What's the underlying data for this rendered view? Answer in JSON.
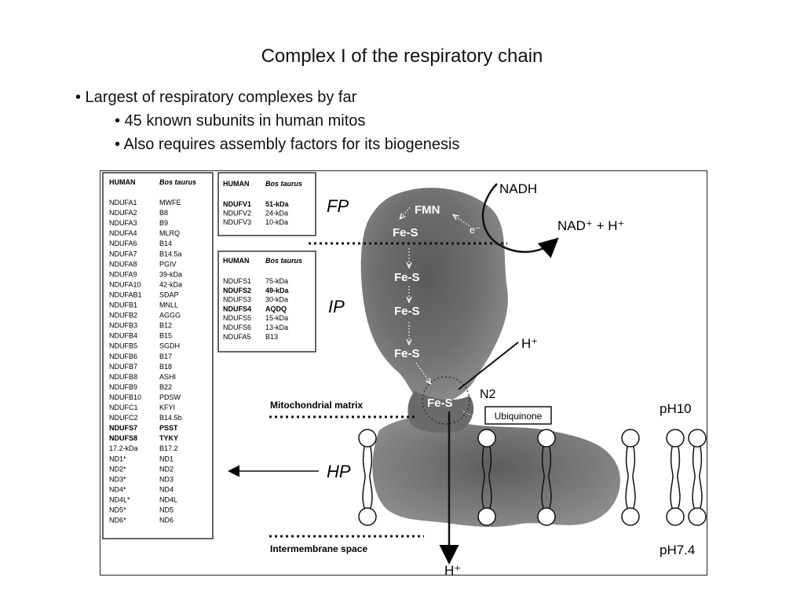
{
  "slide": {
    "title": "Complex I of the respiratory chain",
    "bullets": [
      "• Largest of respiratory complexes by far",
      "• 45 known subunits in human mitos",
      "• Also requires assembly factors for its biogenesis"
    ]
  },
  "figure": {
    "main_table": {
      "header": [
        "HUMAN",
        "Bos taurus"
      ],
      "rows": [
        {
          "human": "NDUFA1",
          "bos": "MWFE",
          "bold": false
        },
        {
          "human": "NDUFA2",
          "bos": "B8",
          "bold": false
        },
        {
          "human": "NDUFA3",
          "bos": "B9",
          "bold": false
        },
        {
          "human": "NDUFA4",
          "bos": "MLRQ",
          "bold": false
        },
        {
          "human": "NDUFA6",
          "bos": "B14",
          "bold": false
        },
        {
          "human": "NDUFA7",
          "bos": "B14.5a",
          "bold": false
        },
        {
          "human": "NDUFA8",
          "bos": "PGIV",
          "bold": false
        },
        {
          "human": "NDUFA9",
          "bos": "39-kDa",
          "bold": false
        },
        {
          "human": "NDUFA10",
          "bos": "42-kDa",
          "bold": false
        },
        {
          "human": "NDUFAB1",
          "bos": "SDAP",
          "bold": false
        },
        {
          "human": "NDUFB1",
          "bos": "MNLL",
          "bold": false
        },
        {
          "human": "NDUFB2",
          "bos": "AGGG",
          "bold": false
        },
        {
          "human": "NDUFB3",
          "bos": "B12",
          "bold": false
        },
        {
          "human": "NDUFB4",
          "bos": "B15",
          "bold": false
        },
        {
          "human": "NDUFB5",
          "bos": "SGDH",
          "bold": false
        },
        {
          "human": "NDUFB6",
          "bos": "B17",
          "bold": false
        },
        {
          "human": "NDUFB7",
          "bos": "B18",
          "bold": false
        },
        {
          "human": "NDUFB8",
          "bos": "ASHI",
          "bold": false
        },
        {
          "human": "NDUFB9",
          "bos": "B22",
          "bold": false
        },
        {
          "human": "NDUFB10",
          "bos": "PDSW",
          "bold": false
        },
        {
          "human": "NDUFC1",
          "bos": "KFYI",
          "bold": false
        },
        {
          "human": "NDUFC2",
          "bos": "B14.5b",
          "bold": false
        },
        {
          "human": "NDUFS7",
          "bos": "PSST",
          "bold": true
        },
        {
          "human": "NDUFS8",
          "bos": "TYKY",
          "bold": true
        },
        {
          "human": "17.2-kDa",
          "bos": "B17.2",
          "bold": false
        },
        {
          "human": "ND1*",
          "bos": "ND1",
          "bold": false
        },
        {
          "human": "ND2*",
          "bos": "ND2",
          "bold": false
        },
        {
          "human": "ND3*",
          "bos": "ND3",
          "bold": false
        },
        {
          "human": "ND4*",
          "bos": "ND4",
          "bold": false
        },
        {
          "human": "ND4L*",
          "bos": "ND4L",
          "bold": false
        },
        {
          "human": "ND5*",
          "bos": "ND5",
          "bold": false
        },
        {
          "human": "ND6*",
          "bos": "ND6",
          "bold": false
        }
      ]
    },
    "fp_table": {
      "header": [
        "HUMAN",
        "Bos taurus"
      ],
      "rows": [
        {
          "human": "NDUFV1",
          "bos": "51-kDa",
          "bold": true
        },
        {
          "human": "NDUFV2",
          "bos": "24-kDa",
          "bold": false
        },
        {
          "human": "NDUFV3",
          "bos": "10-kDa",
          "bold": false
        }
      ]
    },
    "ip_table": {
      "header": [
        "HUMAN",
        "Bos taurus"
      ],
      "rows": [
        {
          "human": "NDUFS1",
          "bos": "75-kDa",
          "bold": false
        },
        {
          "human": "NDUFS2",
          "bos": "49-kDa",
          "bold": true
        },
        {
          "human": "NDUFS3",
          "bos": "30-kDa",
          "bold": false
        },
        {
          "human": "NDUFS4",
          "bos": "AQDQ",
          "bold": true
        },
        {
          "human": "NDUFS5",
          "bos": "15-kDa",
          "bold": false
        },
        {
          "human": "NDUFS6",
          "bos": "13-kDa",
          "bold": false
        },
        {
          "human": "NDUFA5",
          "bos": "B13",
          "bold": false
        }
      ]
    },
    "labels": {
      "fp": "FP",
      "ip": "IP",
      "hp": "HP",
      "fmn": "FMN",
      "fes": "Fe-S",
      "electron": "e⁻",
      "nadh": "NADH",
      "nad": "NAD⁺ + H⁺",
      "hplus": "H⁺",
      "n2": "N2",
      "ubiquinone": "Ubiquinone",
      "matrix": "Mitochondrial matrix",
      "intermembrane": "Intermembrane space",
      "ph_top": "pH10",
      "ph_bottom": "pH7.4"
    }
  }
}
